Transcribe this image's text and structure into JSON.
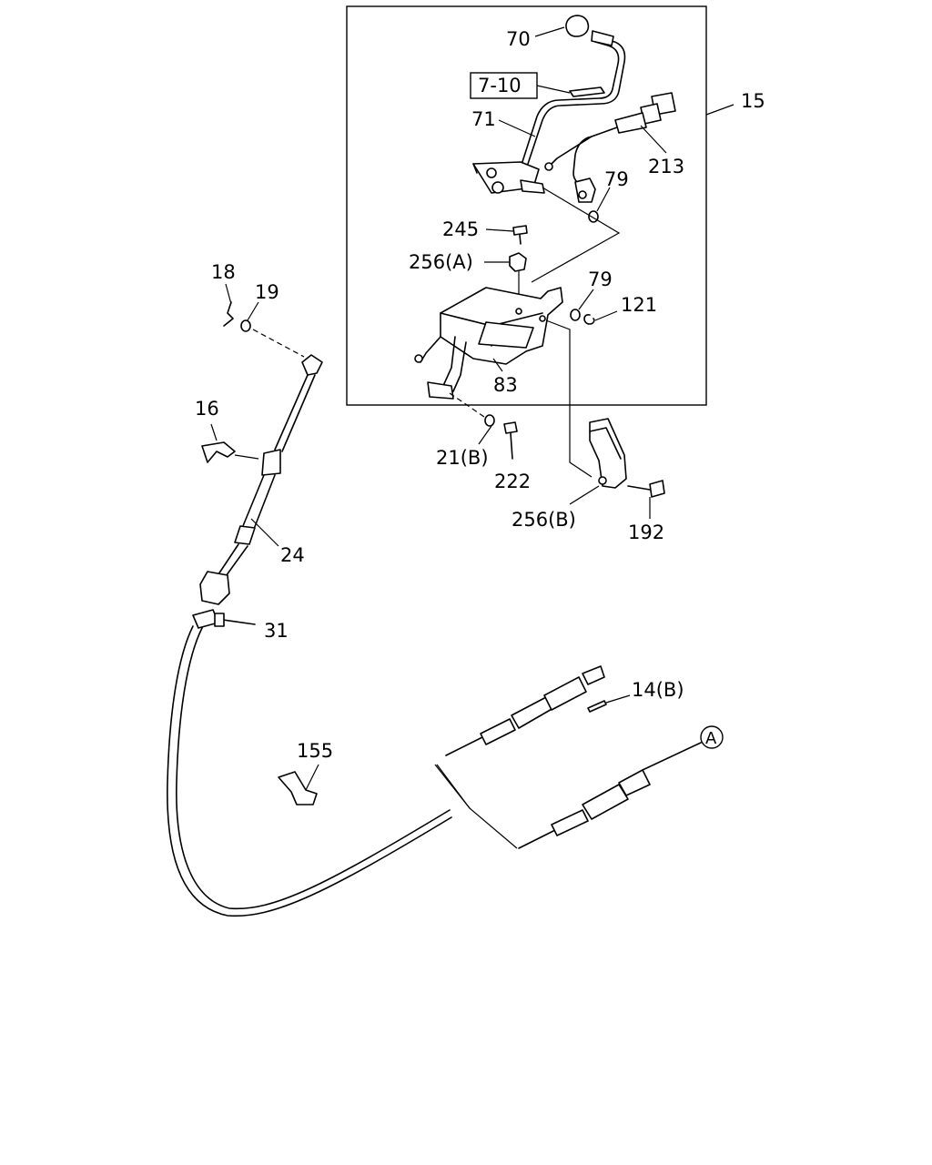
{
  "diagram": {
    "callouts": [
      {
        "id": "c70",
        "text": "70"
      },
      {
        "id": "c7_10",
        "text": "7-10"
      },
      {
        "id": "c71",
        "text": "71"
      },
      {
        "id": "c15",
        "text": "15"
      },
      {
        "id": "c213",
        "text": "213"
      },
      {
        "id": "c79a",
        "text": "79"
      },
      {
        "id": "c245",
        "text": "245"
      },
      {
        "id": "c256a",
        "text": "256(A)"
      },
      {
        "id": "c79b",
        "text": "79"
      },
      {
        "id": "c121",
        "text": "121"
      },
      {
        "id": "c83",
        "text": "83"
      },
      {
        "id": "c18",
        "text": "18"
      },
      {
        "id": "c19",
        "text": "19"
      },
      {
        "id": "c16",
        "text": "16"
      },
      {
        "id": "c21b",
        "text": "21(B)"
      },
      {
        "id": "c222",
        "text": "222"
      },
      {
        "id": "c256b",
        "text": "256(B)"
      },
      {
        "id": "c192",
        "text": "192"
      },
      {
        "id": "c24",
        "text": "24"
      },
      {
        "id": "c31",
        "text": "31"
      },
      {
        "id": "c14b",
        "text": "14(B)"
      },
      {
        "id": "c155",
        "text": "155"
      },
      {
        "id": "cA",
        "text": "A"
      }
    ]
  }
}
